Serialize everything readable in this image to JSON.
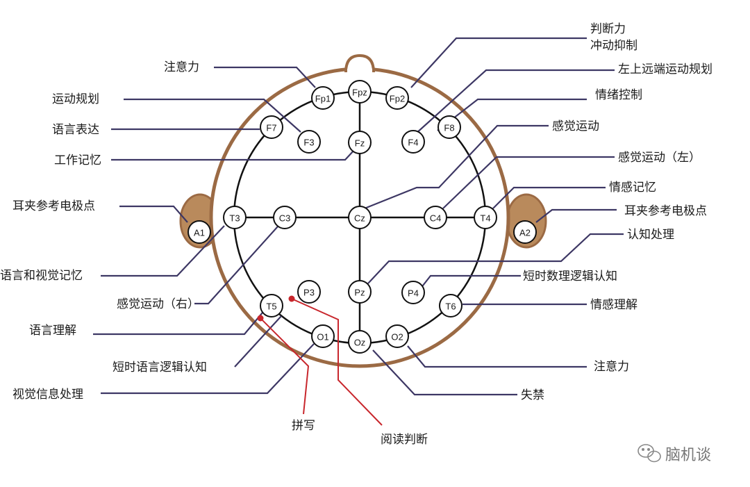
{
  "colors": {
    "head": "#9b6a44",
    "ear": "#b98a5c",
    "grid": "#111111",
    "leader": "#3d3764",
    "leader_red": "#c8262c",
    "electrode_fill": "#ffffff"
  },
  "electrodes": {
    "fp1": "Fp1",
    "fpz": "Fpz",
    "fp2": "Fp2",
    "f7": "F7",
    "f3": "F3",
    "fz": "Fz",
    "f4": "F4",
    "f8": "F8",
    "a1": "A1",
    "t3": "T3",
    "c3": "C3",
    "cz": "Cz",
    "c4": "C4",
    "t4": "T4",
    "a2": "A2",
    "t5": "T5",
    "p3": "P3",
    "pz": "Pz",
    "p4": "P4",
    "t6": "T6",
    "o1": "O1",
    "oz": "Oz",
    "o2": "O2"
  },
  "labels": {
    "judgment": "判断力",
    "impulse": "冲动抑制",
    "attention_top": "注意力",
    "motor_planning": "运动规划",
    "left_distal_motor": "左上远端运动规划",
    "language_expression": "语言表达",
    "emotion_control": "情绪控制",
    "sensorimotor": "感觉运动",
    "working_memory": "工作记忆",
    "sensorimotor_left": "感觉运动（左）",
    "emotional_memory": "情感记忆",
    "ear_ref_left": "耳夹参考电极点",
    "ear_ref_right": "耳夹参考电极点",
    "cognitive_processing": "认知处理",
    "verbal_visual_memory": "语言和视觉记忆",
    "short_math_logic": "短时数理逻辑认知",
    "sensorimotor_right": "感觉运动（右）",
    "emotional_understanding": "情感理解",
    "language_comprehension": "语言理解",
    "short_language_logic": "短时语言逻辑认知",
    "attention_bottom": "注意力",
    "visual_processing": "视觉信息处理",
    "incontinence": "失禁",
    "spelling": "拼写",
    "reading_judgment": "阅读判断"
  },
  "watermark": {
    "icon": "wechat-icon",
    "text": "脑机谈"
  }
}
